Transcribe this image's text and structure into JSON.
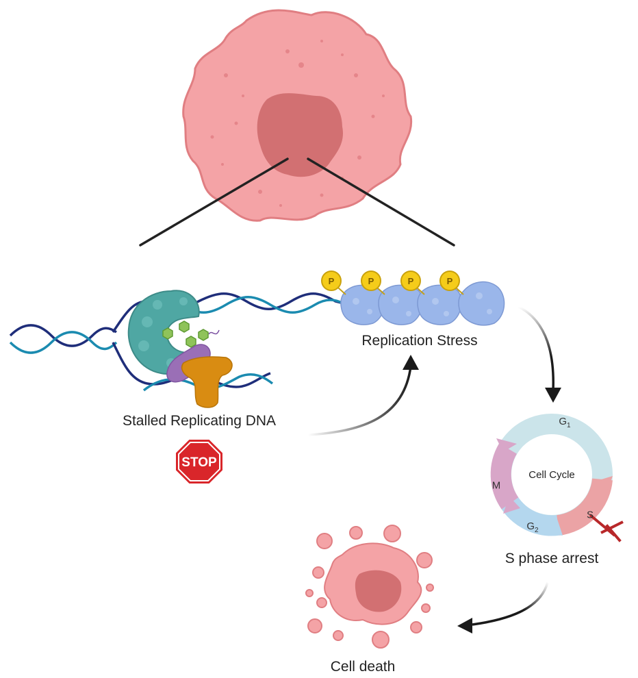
{
  "labels": {
    "stalled_dna": "Stalled Replicating DNA",
    "stop_sign": "STOP",
    "replication_stress": "Replication Stress",
    "phosphate": "P",
    "cell_cycle": "Cell Cycle",
    "s_phase_arrest": "S phase arrest",
    "cell_death": "Cell death"
  },
  "cycle_phases": {
    "g1": "G",
    "g1_sub": "1",
    "s": "S",
    "g2": "G",
    "g2_sub": "2",
    "m": "M"
  },
  "colors": {
    "cell_fill": "#f4a3a6",
    "cell_stroke": "#e07e82",
    "nucleus": "#d27072",
    "dna_dark": "#1f2e7a",
    "dna_light": "#1b8bb0",
    "polymerase": "#4fa7a3",
    "purple_protein": "#9a6fb6",
    "orange_protein": "#d98c12",
    "drug_molecule": "#8fc35a",
    "phosphate": "#f5cc1a",
    "stress_protein": "#9ab6ea",
    "stop_red": "#d9262a",
    "g1_arc": "#cbe4ea",
    "s_arc": "#eba3a5",
    "g2_arc": "#b4d7ee",
    "m_arc": "#d8a6c8",
    "inhibit": "#b8282a"
  }
}
